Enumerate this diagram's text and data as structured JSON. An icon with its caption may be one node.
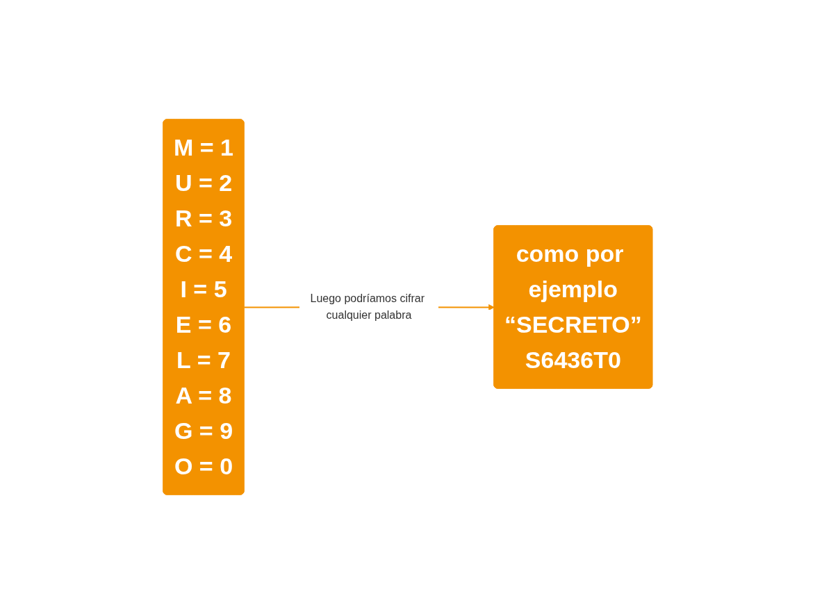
{
  "diagram": {
    "nodes": [
      {
        "text": [
          "M = 1",
          "U = 2",
          "R = 3",
          "C = 4",
          "I = 5",
          "E = 6",
          "L = 7",
          "A = 8",
          "G = 9",
          "O = 0"
        ]
      },
      {
        "text": [
          "como por ejemplo",
          "“SECRETO”",
          "S6436T0"
        ]
      }
    ],
    "edges": [
      {
        "from": 0,
        "to": 1,
        "arrow": "to",
        "label": "Luego podríamos cifrar cualquier palabra"
      }
    ]
  }
}
